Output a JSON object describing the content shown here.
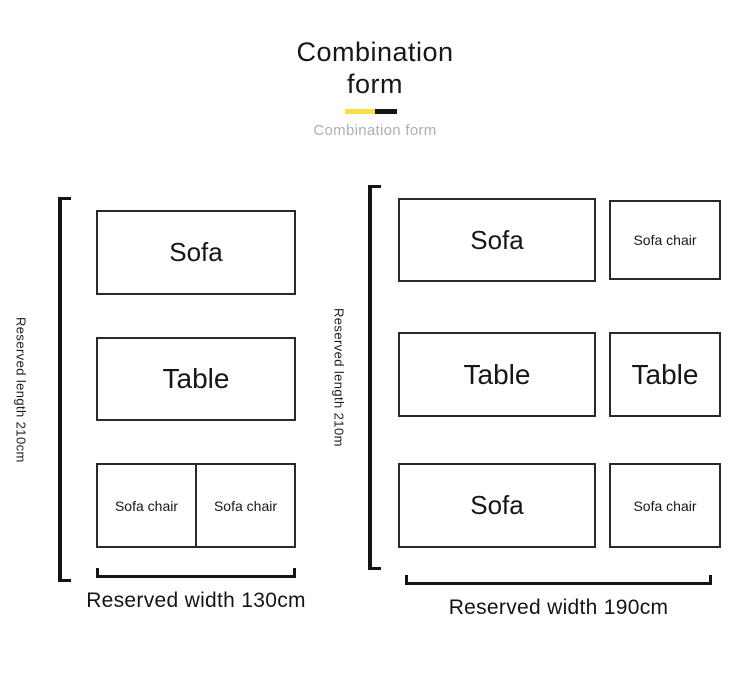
{
  "header": {
    "title_line1": "Combination",
    "title_line2": "form",
    "subtitle": "Combination form",
    "accent_colors": {
      "yellow": "#f5e049",
      "black": "#141414"
    }
  },
  "left_layout": {
    "length_label": "Reserved length 210cm",
    "width_label": "Reserved width 130cm",
    "boxes": {
      "sofa": "Sofa",
      "table": "Table",
      "chair_left": "Sofa chair",
      "chair_right": "Sofa chair"
    }
  },
  "right_layout": {
    "length_label": "Reserved length 210m",
    "width_label": "Reserved width 190cm",
    "boxes": {
      "sofa_top": "Sofa",
      "chair_top": "Sofa chair",
      "table_left": "Table",
      "table_right": "Table",
      "sofa_bottom": "Sofa",
      "chair_bottom": "Sofa chair"
    }
  }
}
